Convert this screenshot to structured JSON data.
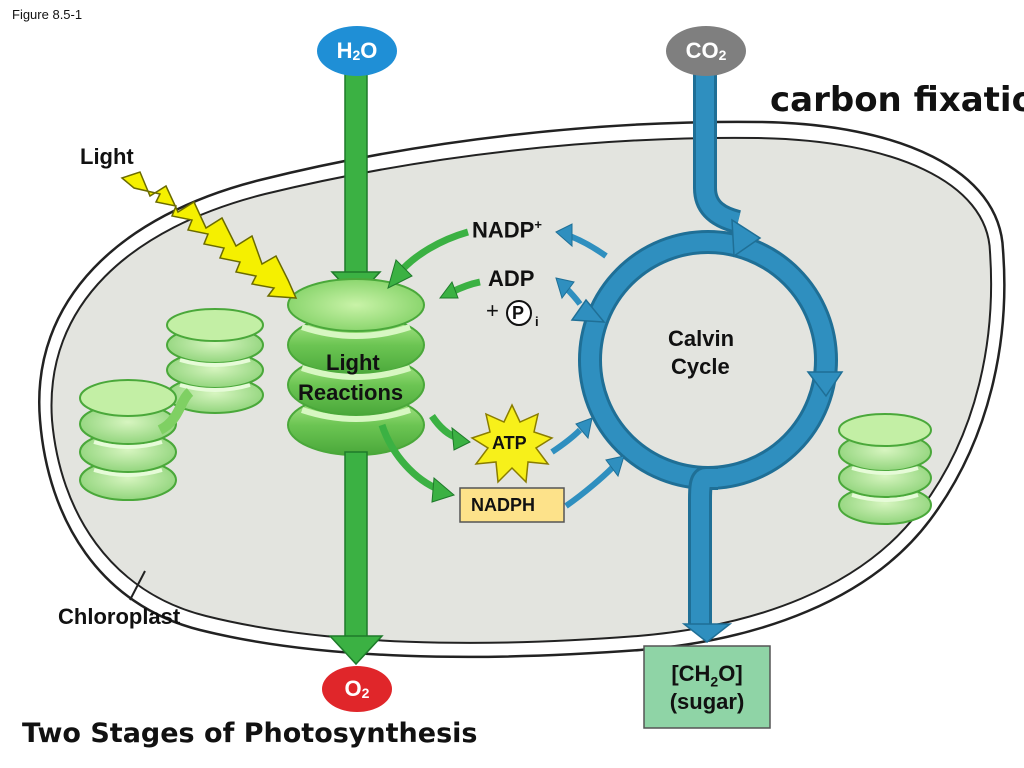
{
  "figure_label": "Figure 8.5-1",
  "title": "carbon fixation",
  "caption": "Two Stages of Photosynthesis",
  "labels": {
    "light": "Light",
    "chloroplast": "Chloroplast",
    "light_reactions_line1": "Light",
    "light_reactions_line2": "Reactions",
    "calvin_line1": "Calvin",
    "calvin_line2": "Cycle",
    "nadp_base": "NADP",
    "nadp_sup": "+",
    "adp": "ADP",
    "plus": "+",
    "p": "P",
    "p_sub": "i",
    "atp": "ATP",
    "nadph": "NADPH"
  },
  "molecules": {
    "h2o": {
      "base": "H",
      "sub": "2",
      "tail": "O"
    },
    "co2": {
      "base": "CO",
      "sub": "2"
    },
    "o2": {
      "base": "O",
      "sub": "2"
    },
    "sugar_line1_a": "[CH",
    "sugar_line1_sub": "2",
    "sugar_line1_b": "O]",
    "sugar_line2": "(sugar)"
  },
  "colors": {
    "green_arrow": "#3bb143",
    "blue_arrow": "#2f8fbf",
    "h2o_fill": "#1f8fd6",
    "co2_fill": "#7f7f7f",
    "o2_fill": "#e0262a",
    "chloroplast_fill": "#e3e4df",
    "thylakoid": "#7fd063",
    "lightning": "#f5f000",
    "atp_star": "#f7f01a",
    "nadph_box": "#fde28a",
    "sugar_box": "#8fd4a6"
  }
}
